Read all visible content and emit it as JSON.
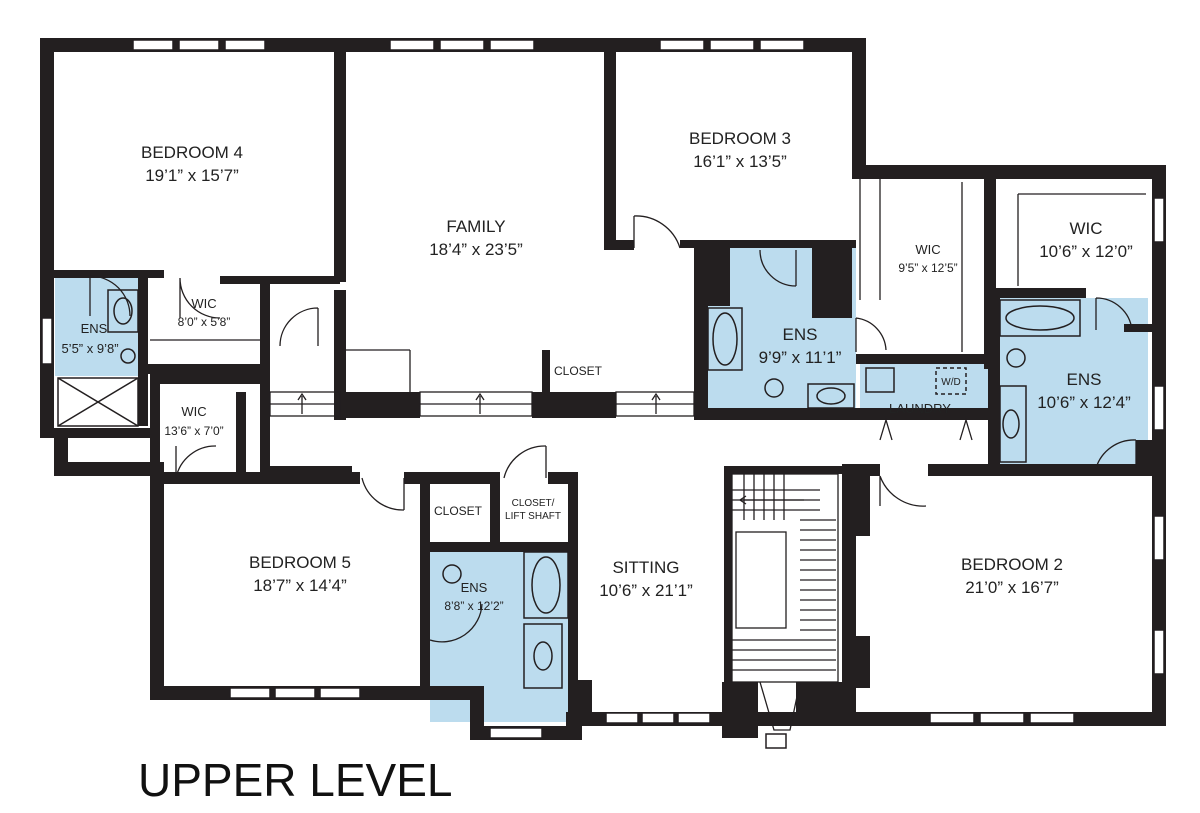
{
  "title": "UPPER LEVEL",
  "colors": {
    "wall": "#231f20",
    "bath": "#bcdcee",
    "background": "#ffffff"
  },
  "rooms": {
    "bedroom4": {
      "name": "BEDROOM 4",
      "dims": "19’1” x 15’7”"
    },
    "family": {
      "name": "FAMILY",
      "dims": "18’4” x 23’5”"
    },
    "bedroom3": {
      "name": "BEDROOM 3",
      "dims": "16’1” x 13’5”"
    },
    "wic_b3": {
      "name": "WIC",
      "dims": "9’5” x 12’5”"
    },
    "wic_b2": {
      "name": "WIC",
      "dims": "10’6” x 12’0”"
    },
    "ens_b4": {
      "name": "ENS",
      "dims": "5’5” x 9’8”"
    },
    "wic_b4": {
      "name": "WIC",
      "dims": "8’0” x 5’8”"
    },
    "closet_family": {
      "name": "CLOSET"
    },
    "ens_b3": {
      "name": "ENS",
      "dims": "9’9” x 11’1”"
    },
    "laundry": {
      "name": "LAUNDRY",
      "wd": "W/D"
    },
    "ens_b2": {
      "name": "ENS",
      "dims": "10’6” x 12’4”"
    },
    "wic_b5": {
      "name": "WIC",
      "dims": "13’6” x 7’0”"
    },
    "closet_hall": {
      "name": "CLOSET"
    },
    "closet_lift": {
      "line1": "CLOSET/",
      "line2": "LIFT SHAFT"
    },
    "bedroom5": {
      "name": "BEDROOM 5",
      "dims": "18’7” x 14’4”"
    },
    "ens_b5": {
      "name": "ENS",
      "dims": "8’8” x 12’2”"
    },
    "sitting": {
      "name": "SITTING",
      "dims": "10’6” x 21’1”"
    },
    "bedroom2": {
      "name": "BEDROOM 2",
      "dims": "21’0” x 16’7”"
    }
  }
}
